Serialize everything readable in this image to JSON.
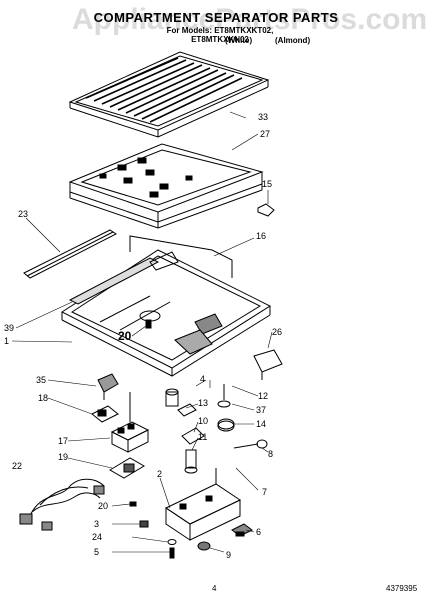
{
  "header": {
    "watermark": "AppliancePartsPros.com",
    "title": "COMPARTMENT SEPARATOR PARTS",
    "model_line": "For Models: ET8MTKXKT02, ET8MTKXKN02",
    "white": "(White)",
    "almond": "(Almond)"
  },
  "callouts": {
    "c33": "33",
    "c27": "27",
    "c15": "15",
    "c23": "23",
    "c16": "16",
    "c39": "39",
    "c20a": "20",
    "c1": "1",
    "c26": "26",
    "c35": "35",
    "c4": "4",
    "c12": "12",
    "c18": "18",
    "c13": "13",
    "c37": "37",
    "c10": "10",
    "c14": "14",
    "c17": "17",
    "c11": "11",
    "c19": "19",
    "c8": "8",
    "c22": "22",
    "c2": "2",
    "c7": "7",
    "c20b": "20",
    "c3": "3",
    "c6": "6",
    "c24": "24",
    "c5": "5",
    "c9": "9"
  },
  "footer": {
    "page": "4",
    "doc_number": "4379395"
  }
}
